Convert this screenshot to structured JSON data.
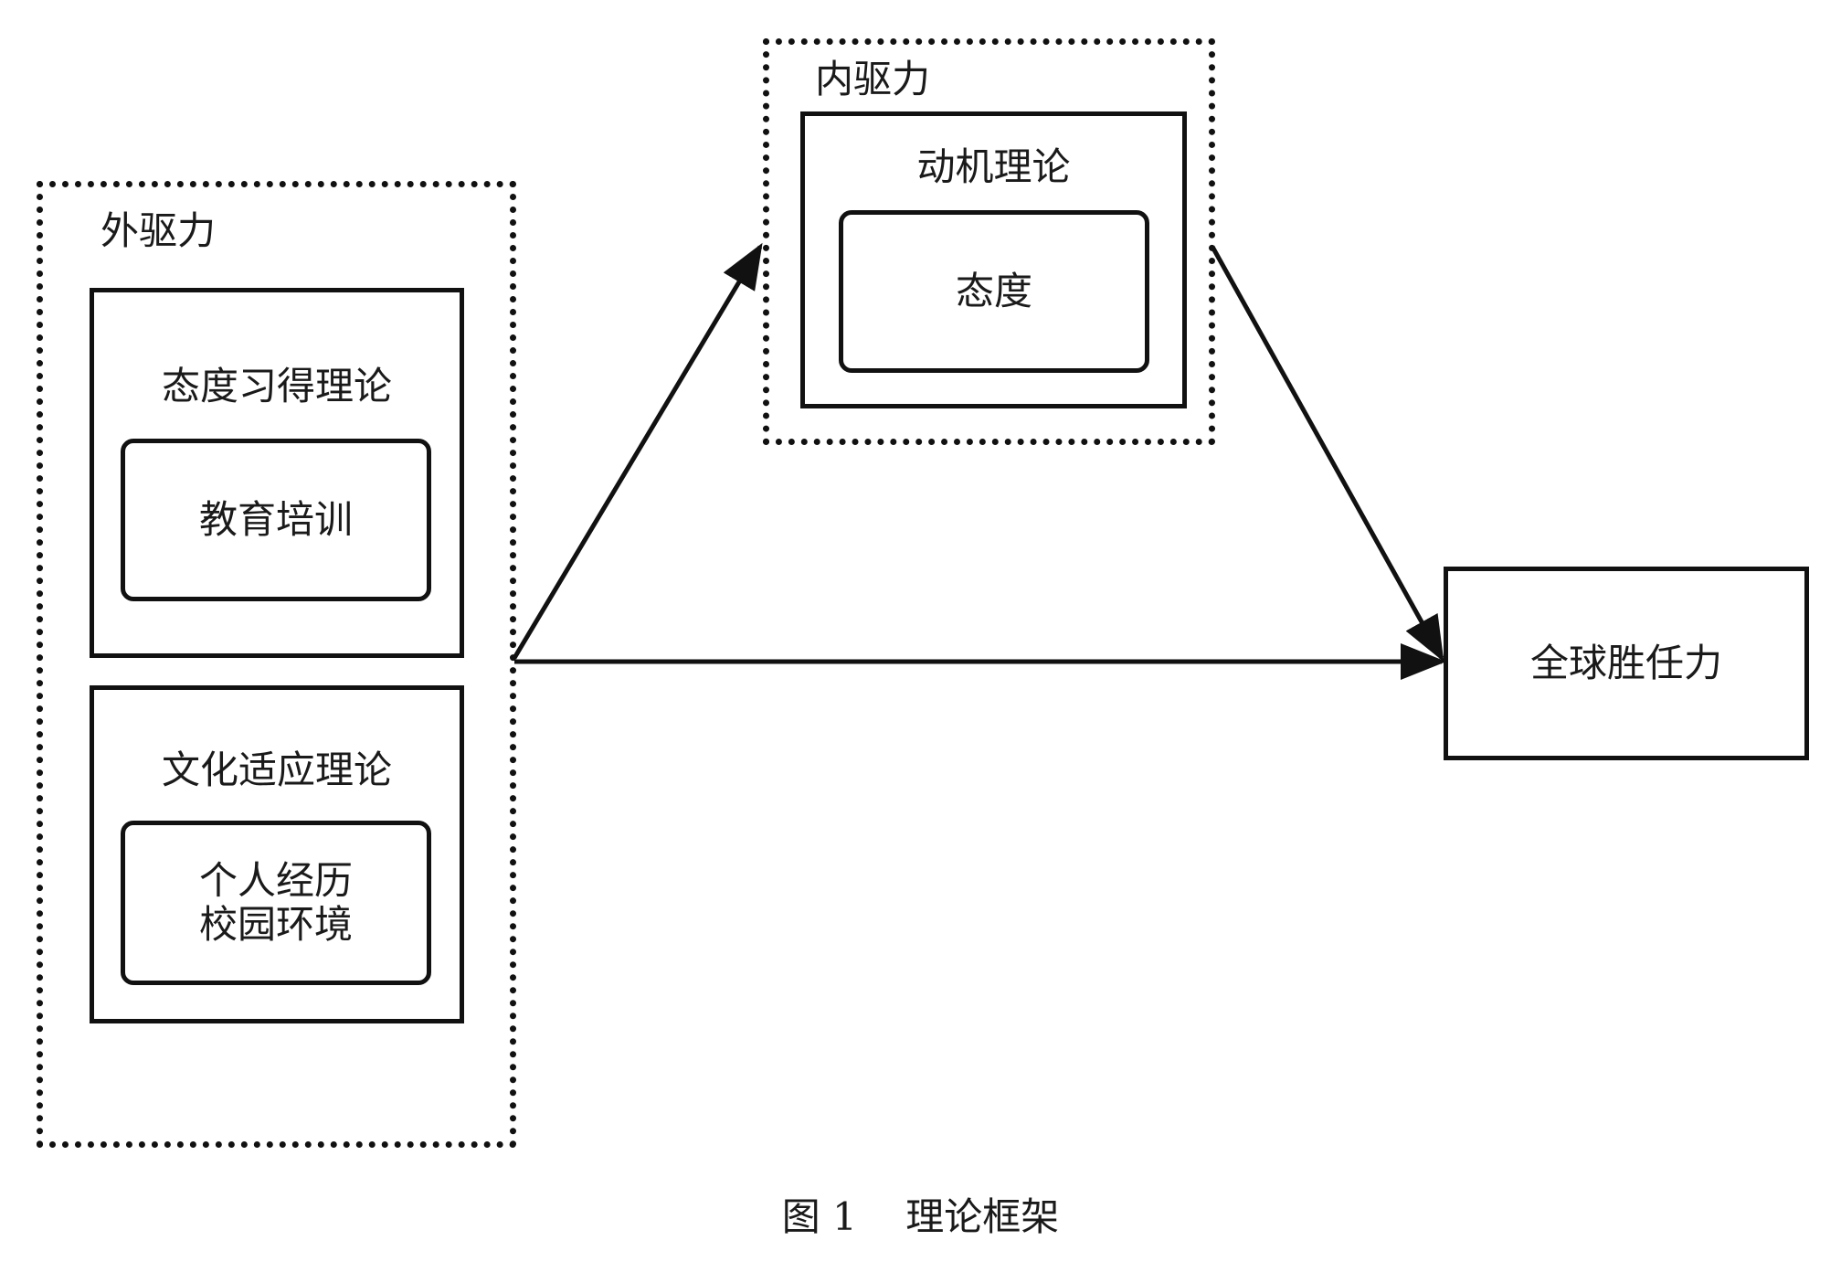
{
  "external": {
    "title": "外驱力",
    "theory1": {
      "title": "态度习得理论",
      "inner": "教育培训"
    },
    "theory2": {
      "title": "文化适应理论",
      "inner_line1": "个人经历",
      "inner_line2": "校园环境"
    }
  },
  "internal": {
    "title": "内驱力",
    "theory": {
      "title": "动机理论",
      "inner": "态度"
    }
  },
  "outcome": {
    "label": "全球胜任力"
  },
  "caption": {
    "figure": "图 1",
    "title": "理论框架"
  }
}
